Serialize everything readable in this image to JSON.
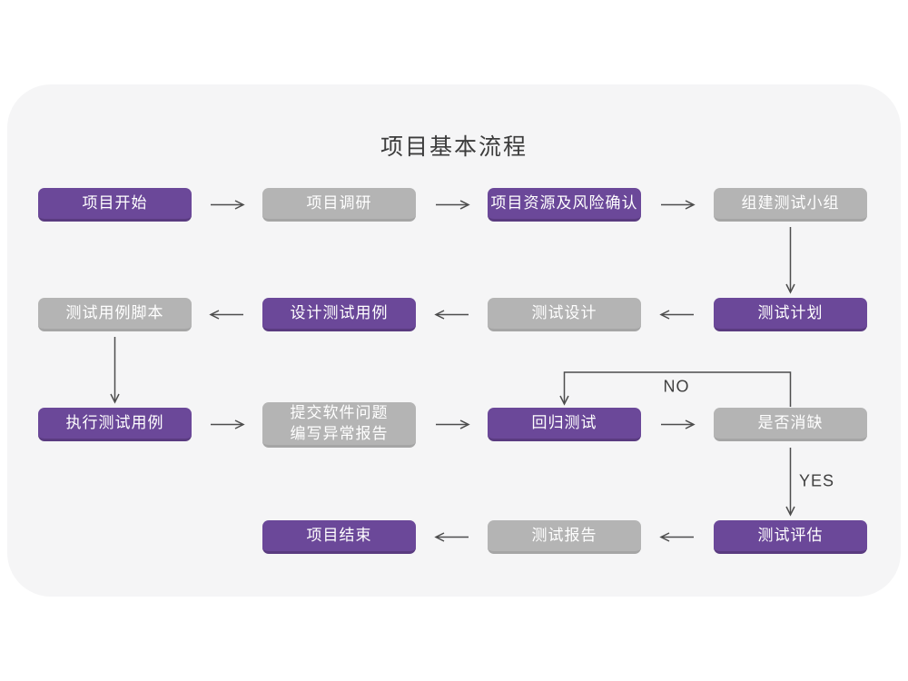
{
  "title": "项目基本流程",
  "colors": {
    "page-bg": "#FFFFFF",
    "card-bg": "#F5F5F6",
    "node-purple": "#6B4899",
    "node-purple-edge": "#5A3B80",
    "node-gray": "#B4B4B4",
    "node-gray-edge": "#A5A5A5",
    "node-text": "#FFFFFF",
    "arrow": "#4D4D4D",
    "title-text": "#3C3C3C",
    "edge-label-text": "#3F3F3F"
  },
  "edges": {
    "no_label": "NO",
    "yes_label": "YES"
  },
  "nodes": [
    {
      "id": "project-start",
      "lines": [
        "项目开始"
      ],
      "variant": "purple",
      "col": 1,
      "row": 1
    },
    {
      "id": "project-research",
      "lines": [
        "项目调研"
      ],
      "variant": "gray",
      "col": 2,
      "row": 1
    },
    {
      "id": "project-resources-risk-confirm",
      "lines": [
        "项目资源及风险确认"
      ],
      "variant": "purple",
      "col": 3,
      "row": 1
    },
    {
      "id": "build-test-team",
      "lines": [
        "组建测试小组"
      ],
      "variant": "gray",
      "col": 4,
      "row": 1
    },
    {
      "id": "test-plan",
      "lines": [
        "测试计划"
      ],
      "variant": "purple",
      "col": 4,
      "row": 2
    },
    {
      "id": "test-design",
      "lines": [
        "测试设计"
      ],
      "variant": "gray",
      "col": 3,
      "row": 2
    },
    {
      "id": "design-test-cases",
      "lines": [
        "设计测试用例"
      ],
      "variant": "purple",
      "col": 2,
      "row": 2
    },
    {
      "id": "test-case-script",
      "lines": [
        "测试用例脚本"
      ],
      "variant": "gray",
      "col": 1,
      "row": 2
    },
    {
      "id": "execute-test-cases",
      "lines": [
        "执行测试用例"
      ],
      "variant": "purple",
      "col": 1,
      "row": 3
    },
    {
      "id": "submit-issues-write-report",
      "lines": [
        "提交软件问题",
        "编写异常报告"
      ],
      "variant": "gray",
      "col": 2,
      "row": 3,
      "tall": true
    },
    {
      "id": "regression-test",
      "lines": [
        "回归测试"
      ],
      "variant": "purple",
      "col": 3,
      "row": 3
    },
    {
      "id": "defect-resolved",
      "lines": [
        "是否消缺"
      ],
      "variant": "gray",
      "col": 4,
      "row": 3
    },
    {
      "id": "test-evaluation",
      "lines": [
        "测试评估"
      ],
      "variant": "purple",
      "col": 4,
      "row": 4
    },
    {
      "id": "test-report",
      "lines": [
        "测试报告"
      ],
      "variant": "gray",
      "col": 3,
      "row": 4
    },
    {
      "id": "project-end",
      "lines": [
        "项目结束"
      ],
      "variant": "purple",
      "col": 2,
      "row": 4
    }
  ],
  "connections": [
    {
      "from": "project-start",
      "to": "project-research"
    },
    {
      "from": "project-research",
      "to": "project-resources-risk-confirm"
    },
    {
      "from": "project-resources-risk-confirm",
      "to": "build-test-team"
    },
    {
      "from": "build-test-team",
      "to": "test-plan"
    },
    {
      "from": "test-plan",
      "to": "test-design"
    },
    {
      "from": "test-design",
      "to": "design-test-cases"
    },
    {
      "from": "design-test-cases",
      "to": "test-case-script"
    },
    {
      "from": "test-case-script",
      "to": "execute-test-cases"
    },
    {
      "from": "execute-test-cases",
      "to": "submit-issues-write-report"
    },
    {
      "from": "submit-issues-write-report",
      "to": "regression-test"
    },
    {
      "from": "regression-test",
      "to": "defect-resolved"
    },
    {
      "from": "defect-resolved",
      "to": "regression-test",
      "label": "NO"
    },
    {
      "from": "defect-resolved",
      "to": "test-evaluation",
      "label": "YES"
    },
    {
      "from": "test-evaluation",
      "to": "test-report"
    },
    {
      "from": "test-report",
      "to": "project-end"
    }
  ]
}
